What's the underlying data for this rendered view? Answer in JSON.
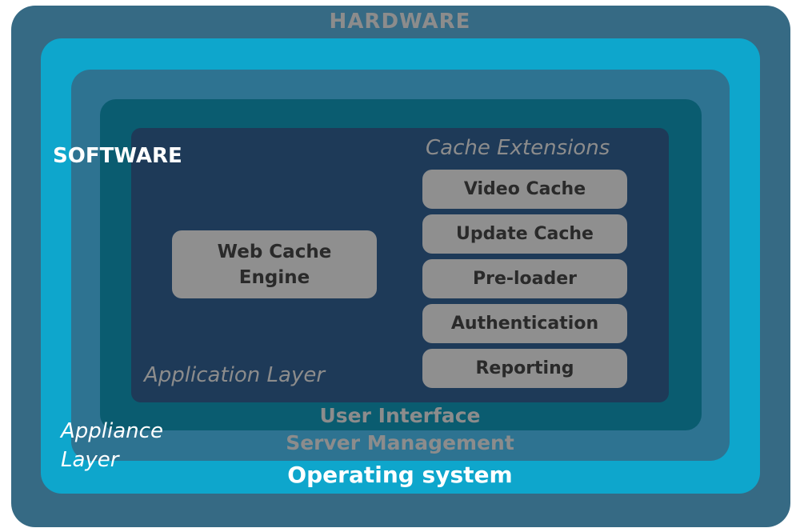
{
  "layers": {
    "hardware": "HARDWARE",
    "software": "SOFTWARE",
    "appliance": "Appliance Layer",
    "operating_system": "Operating system",
    "server_management": "Server Management",
    "user_interface": "User Interface",
    "application": "Application Layer"
  },
  "engine": "Web Cache Engine",
  "cache_extensions": {
    "title": "Cache Extensions",
    "items": [
      "Video Cache",
      "Update Cache",
      "Pre-loader",
      "Authentication",
      "Reporting"
    ]
  },
  "colors": {
    "hardware": "#366a84",
    "software": "#0ea6cc",
    "appliance": "#2e7391",
    "user_interface": "#0a5c70",
    "application": "#1e3a58",
    "box": "#8f8f8f"
  }
}
